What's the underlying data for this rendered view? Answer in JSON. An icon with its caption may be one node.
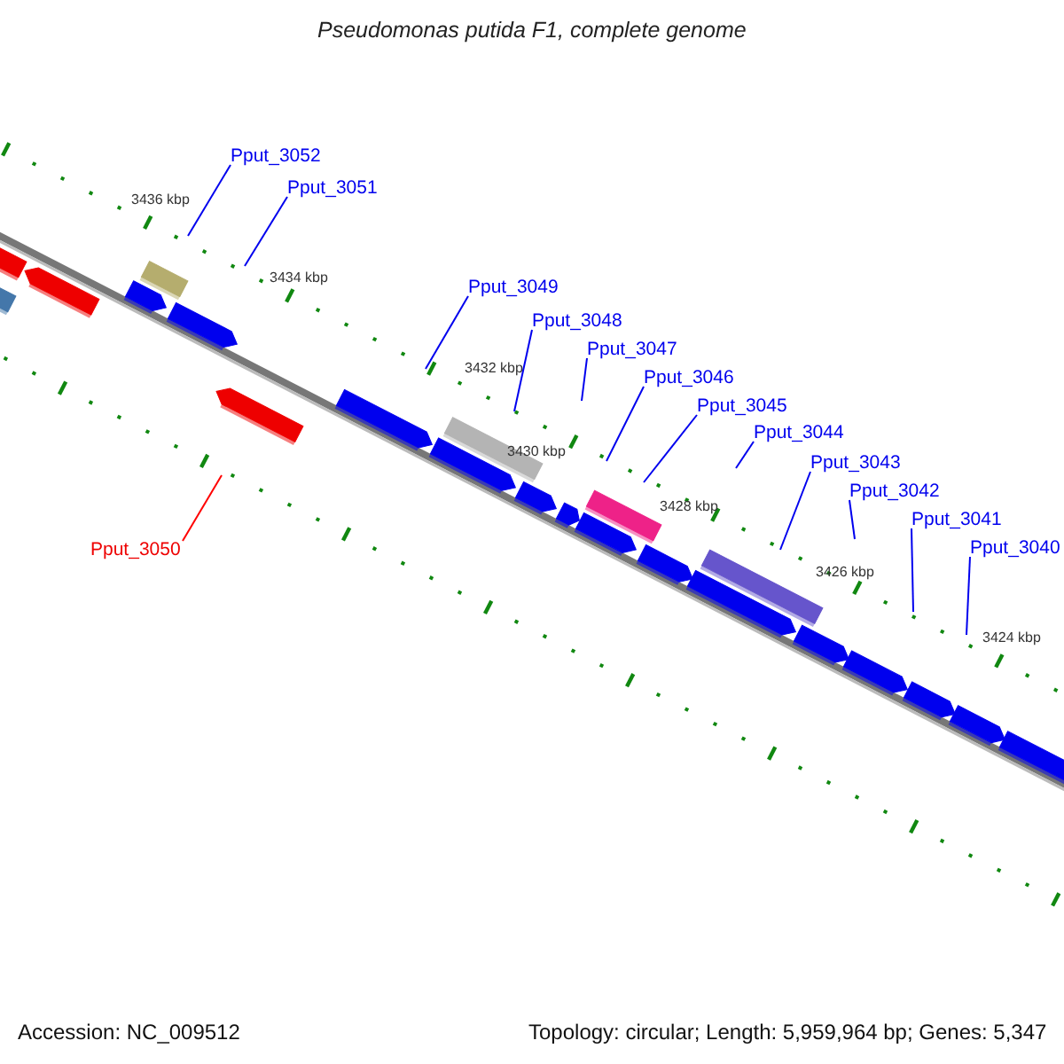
{
  "diagram": {
    "title": "Pseudomonas putida F1, complete genome",
    "nodes": [
      {
        "text": [
          "Pput_3052"
        ]
      },
      {
        "text": [
          "Pput_3051"
        ]
      },
      {
        "text": [
          "Pput_3049"
        ]
      },
      {
        "text": [
          "Pput_3048"
        ]
      },
      {
        "text": [
          "Pput_3047"
        ]
      },
      {
        "text": [
          "Pput_3046"
        ]
      },
      {
        "text": [
          "Pput_3045"
        ]
      },
      {
        "text": [
          "Pput_3044"
        ]
      },
      {
        "text": [
          "Pput_3043"
        ]
      },
      {
        "text": [
          "Pput_3042"
        ]
      },
      {
        "text": [
          "Pput_3041"
        ]
      },
      {
        "text": [
          "Pput_3040"
        ]
      },
      {
        "text": [
          "Pput_3050"
        ]
      }
    ],
    "edges": [
      {
        "from": 0,
        "to": null,
        "arrow": "none"
      },
      {
        "from": 1,
        "to": null,
        "arrow": "none"
      },
      {
        "from": 2,
        "to": null,
        "arrow": "none"
      },
      {
        "from": 3,
        "to": null,
        "arrow": "none"
      },
      {
        "from": 4,
        "to": null,
        "arrow": "none"
      },
      {
        "from": 5,
        "to": null,
        "arrow": "none"
      },
      {
        "from": 6,
        "to": null,
        "arrow": "none"
      },
      {
        "from": 7,
        "to": null,
        "arrow": "none"
      },
      {
        "from": 8,
        "to": null,
        "arrow": "none"
      },
      {
        "from": 9,
        "to": null,
        "arrow": "none"
      },
      {
        "from": 10,
        "to": null,
        "arrow": "none"
      },
      {
        "from": 11,
        "to": null,
        "arrow": "none"
      },
      {
        "from": 12,
        "to": null,
        "arrow": "none",
        "color": "#ff0000"
      }
    ],
    "labels": [
      "3436 kbp",
      "3434 kbp",
      "3432 kbp",
      "3430 kbp",
      "3428 kbp",
      "3426 kbp",
      "3424 kbp",
      "Accession: NC_009512",
      "Topology: circular; Length: 5,959,964 bp; Genes: 5,347"
    ]
  }
}
